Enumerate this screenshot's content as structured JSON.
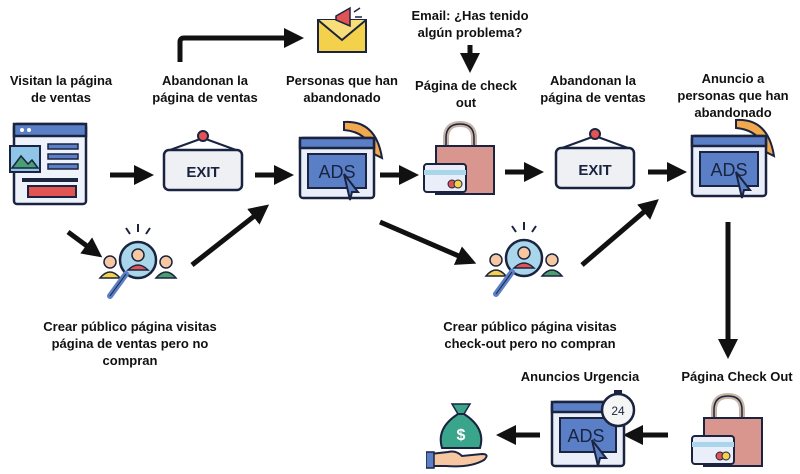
{
  "labels": {
    "visitan": "Visitan la página de ventas",
    "abandonan1": "Abandonan la página de ventas",
    "personas": "Personas que han abandonado",
    "email": "Email: ¿Has tenido algún problema?",
    "checkout": "Página de check out",
    "abandonan2": "Abandonan la página de ventas",
    "anuncio": "Anuncio a personas que han abandonado",
    "crear1": "Crear público página visitas página de ventas pero no compran",
    "crear2": "Crear público página visitas check-out  pero no compran",
    "checkout2": "Página Check Out",
    "urgencia": "Anuncios Urgencia"
  },
  "icon_text": {
    "exit": "EXIT",
    "ads": "ADS",
    "timer": "24"
  },
  "colors": {
    "browser_blue": "#5a7fc7",
    "browser_frame": "#e9eef8",
    "boomerang": "#f2a94e",
    "lock": "#c9b5a6",
    "bag": "#d8968e",
    "card": "#a9d6ea",
    "envelope": "#f4d14a",
    "money": "#3aa58b",
    "arrow": "#111111"
  },
  "icons": [
    "webpage-icon",
    "exit-sign-icon",
    "ads-boomerang-icon",
    "email-megaphone-icon",
    "checkout-bag-icon",
    "audience-search-icon",
    "ads-timer-icon",
    "money-hand-icon"
  ]
}
